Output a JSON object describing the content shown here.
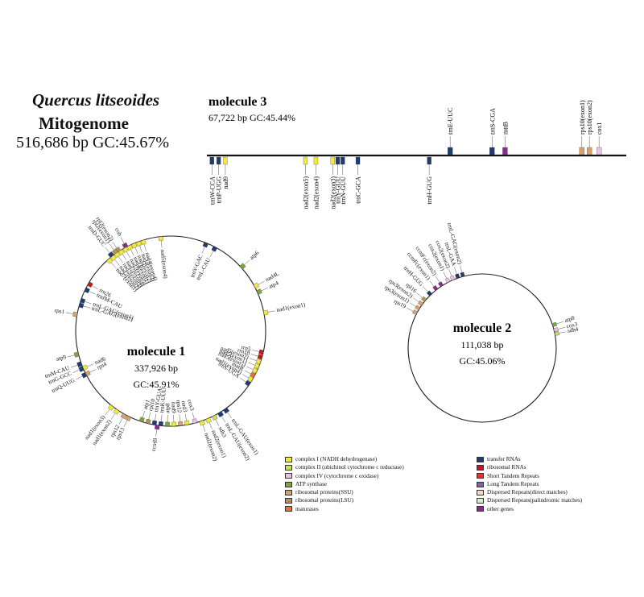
{
  "header": {
    "species": "Quercus litseoides",
    "subtitle": "Mitogenome",
    "stats": "516,686 bp GC:45.67%"
  },
  "colors": {
    "complex_i": "#f2ea3b",
    "complex_ii": "#c9dc5e",
    "complex_iv": "#e8c2e0",
    "atp": "#7ea640",
    "rps": "#d7a06c",
    "rpl": "#b6925a",
    "mat": "#e8713c",
    "trna": "#1f3b73",
    "rrna": "#c01b1b",
    "str": "#ef2f24",
    "ltr": "#7b62b3",
    "drd": "#f6d8bd",
    "drp": "#d8ecd6",
    "other": "#8b2b8f"
  },
  "molecule1": {
    "name": "molecule 1",
    "length": "337,926 bp",
    "gc": "GC:45.91%",
    "genes": [
      {
        "label": "cob",
        "angle": -28,
        "side": "out",
        "color": "other"
      },
      {
        "label": "rpl2(exon2)",
        "angle": -33,
        "side": "out",
        "color": "rpl"
      },
      {
        "label": "rpl2(exon1)",
        "angle": -35,
        "side": "out",
        "color": "rpl"
      },
      {
        "label": "trnD-GUC",
        "angle": -38,
        "side": "out",
        "color": "trna"
      },
      {
        "label": "nad5(exon4)",
        "angle": -6,
        "side": "in",
        "color": "complex_i"
      },
      {
        "label": "nad4(exon4)",
        "angle": -17,
        "side": "in",
        "color": "complex_i"
      },
      {
        "label": "nad4(exon3)",
        "angle": -20,
        "side": "in",
        "color": "complex_i"
      },
      {
        "label": "nad4(exon2)",
        "angle": -23,
        "side": "in",
        "color": "complex_i"
      },
      {
        "label": "nad4(exon1)",
        "angle": -26,
        "side": "in",
        "color": "complex_i"
      },
      {
        "label": "nad7(exon5)",
        "angle": -29,
        "side": "in",
        "color": "complex_i"
      },
      {
        "label": "nad7(exon4)",
        "angle": -32,
        "side": "in",
        "color": "complex_i"
      },
      {
        "label": "nad7(exon3)",
        "angle": -35,
        "side": "in",
        "color": "complex_i"
      },
      {
        "label": "nad7(exon2)",
        "angle": -38,
        "side": "in",
        "color": "complex_i"
      },
      {
        "label": "nad7(exon1)",
        "angle": -41,
        "side": "in",
        "color": "complex_i"
      },
      {
        "label": "rrn26",
        "angle": -60,
        "side": "in",
        "color": "rrna"
      },
      {
        "label": "trnfM-CAU",
        "angle": -64,
        "side": "in",
        "color": "trna"
      },
      {
        "label": "trnL-GAG(exon1)",
        "angle": -71,
        "side": "in",
        "color": "trna"
      },
      {
        "label": "trnL-GAG(exon2)",
        "angle": -74,
        "side": "in",
        "color": "trna"
      },
      {
        "label": "trnV-GAC",
        "angle": 22,
        "side": "in",
        "color": "trna"
      },
      {
        "label": "trnL-CAU",
        "angle": 28,
        "side": "in",
        "color": "trna"
      },
      {
        "label": "atp6",
        "angle": 48,
        "side": "out",
        "color": "atp"
      },
      {
        "label": "nad4L",
        "angle": 62,
        "side": "out",
        "color": "complex_i"
      },
      {
        "label": "atp4",
        "angle": 66,
        "side": "out",
        "color": "atp"
      },
      {
        "label": "nad1(exon1)",
        "angle": 79,
        "side": "out",
        "color": "complex_i"
      },
      {
        "label": "rrn5",
        "angle": 103,
        "side": "in",
        "color": "rrna"
      },
      {
        "label": "rrn18",
        "angle": 106,
        "side": "in",
        "color": "rrna"
      },
      {
        "label": "nad5(exon2)",
        "angle": 109,
        "side": "in",
        "color": "complex_i"
      },
      {
        "label": "nad5(exon1)",
        "angle": 112,
        "side": "in",
        "color": "complex_i"
      },
      {
        "label": "nad5(exon5)",
        "angle": 115,
        "side": "in",
        "color": "complex_i"
      },
      {
        "label": "matR",
        "angle": 118,
        "side": "in",
        "color": "mat"
      },
      {
        "label": "nad1(exon4)",
        "angle": 121,
        "side": "in",
        "color": "complex_i"
      },
      {
        "label": "trnS-UGA",
        "angle": 124,
        "side": "in",
        "color": "trna"
      },
      {
        "label": "trnL-GAU(exon1)",
        "angle": 145,
        "side": "out",
        "color": "trna"
      },
      {
        "label": "trnL-GAU(exon2)",
        "angle": 149,
        "side": "out",
        "color": "trna"
      },
      {
        "label": "sdh3",
        "angle": 153,
        "side": "out",
        "color": "complex_ii"
      },
      {
        "label": "nad2(exon1)",
        "angle": 157,
        "side": "out",
        "color": "complex_i"
      },
      {
        "label": "nad2(exon2)",
        "angle": 161,
        "side": "out",
        "color": "complex_i"
      },
      {
        "label": "cox3",
        "angle": 165,
        "side": "in",
        "color": "complex_iv"
      },
      {
        "label": "nad3",
        "angle": 170,
        "side": "in",
        "color": "complex_i"
      },
      {
        "label": "rps12",
        "angle": 174,
        "side": "in",
        "color": "rps"
      },
      {
        "label": "nad9",
        "angle": 178,
        "side": "in",
        "color": "complex_i"
      },
      {
        "label": "atp8",
        "angle": 182,
        "side": "in",
        "color": "atp"
      },
      {
        "label": "trnK-UUU",
        "angle": 186,
        "side": "in",
        "color": "trna"
      },
      {
        "label": "trnY-GUA",
        "angle": 190,
        "side": "in",
        "color": "trna"
      },
      {
        "label": "rpl10",
        "angle": 194,
        "side": "in",
        "color": "rpl"
      },
      {
        "label": "atp1",
        "angle": 198,
        "side": "in",
        "color": "atp"
      },
      {
        "label": "ccmB",
        "angle": 188,
        "side": "out",
        "color": "other"
      },
      {
        "label": "rps13",
        "angle": 206,
        "side": "out",
        "color": "rps"
      },
      {
        "label": "rps12",
        "angle": 209,
        "side": "out",
        "color": "rps"
      },
      {
        "label": "nad1(exon2)",
        "angle": 214,
        "side": "out",
        "color": "complex_i"
      },
      {
        "label": "nad1(exon3)",
        "angle": 218,
        "side": "out",
        "color": "complex_i"
      },
      {
        "label": "rps4",
        "angle": 243,
        "side": "in",
        "color": "rps"
      },
      {
        "label": "nad6",
        "angle": 247,
        "side": "in",
        "color": "complex_i"
      },
      {
        "label": "trnQ-UUG",
        "angle": 243,
        "side": "out",
        "color": "trna"
      },
      {
        "label": "trnG-GCC",
        "angle": 247,
        "side": "out",
        "color": "trna"
      },
      {
        "label": "trnM-CAU",
        "angle": 250,
        "side": "out",
        "color": "trna"
      },
      {
        "label": "atp9",
        "angle": 256,
        "side": "out",
        "color": "atp"
      },
      {
        "label": "rps1",
        "angle": 280,
        "side": "out",
        "color": "rps"
      }
    ]
  },
  "molecule2": {
    "name": "molecule 2",
    "length": "111,038 bp",
    "gc": "GC:45.06%",
    "genes": [
      {
        "label": "atp8",
        "angle": 72,
        "color": "atp"
      },
      {
        "label": "cox3",
        "angle": 76,
        "color": "complex_iv"
      },
      {
        "label": "sdh4",
        "angle": 79,
        "color": "complex_ii"
      },
      {
        "label": "rps19",
        "angle": -62,
        "color": "rps"
      },
      {
        "label": "rps3(exon1)",
        "angle": -58,
        "color": "rps"
      },
      {
        "label": "rps3(exon2)",
        "angle": -54,
        "color": "rps"
      },
      {
        "label": "rpl16",
        "angle": -50,
        "color": "rpl"
      },
      {
        "label": "ccmFc(exon1)",
        "angle": -38,
        "color": "other"
      },
      {
        "label": "ccmFc(exon2)",
        "angle": -33,
        "color": "other"
      },
      {
        "label": "cox2(exon1)",
        "angle": -27,
        "color": "complex_iv"
      },
      {
        "label": "cox2(exon2)",
        "angle": -23,
        "color": "complex_iv"
      },
      {
        "label": "trnL-GAA",
        "angle": -19,
        "color": "trna"
      },
      {
        "label": "trnL-GAG(exon2)",
        "angle": -15,
        "color": "trna"
      },
      {
        "label": "trnH-GUG",
        "angle": -44,
        "color": "trna"
      }
    ]
  },
  "molecule3": {
    "name": "molecule 3",
    "length": "67,722 bp GC:45.44%",
    "top_genes": [
      {
        "label": "trnE-UUC",
        "pos": 0.58,
        "color": "trna"
      },
      {
        "label": "trnS-CGA",
        "pos": 0.68,
        "color": "trna"
      },
      {
        "label": "mttB",
        "pos": 0.711,
        "color": "other"
      },
      {
        "label": "rps10(exon1)",
        "pos": 0.894,
        "color": "rps"
      },
      {
        "label": "rps10(exon2)",
        "pos": 0.912,
        "color": "rps"
      },
      {
        "label": "cox1",
        "pos": 0.935,
        "color": "complex_iv"
      }
    ],
    "bottom_genes": [
      {
        "label": "trnW-CCA",
        "pos": 0.012,
        "color": "trna"
      },
      {
        "label": "trnP-UGG",
        "pos": 0.028,
        "color": "trna"
      },
      {
        "label": "nad9",
        "pos": 0.044,
        "color": "complex_i"
      },
      {
        "label": "nad2(exon5)",
        "pos": 0.235,
        "color": "complex_i"
      },
      {
        "label": "nad2(exon4)",
        "pos": 0.26,
        "color": "complex_i"
      },
      {
        "label": "nad2(exon3)",
        "pos": 0.3,
        "color": "complex_i"
      },
      {
        "label": "trnY-GUU",
        "pos": 0.312,
        "color": "trna"
      },
      {
        "label": "trnN-GUU",
        "pos": 0.324,
        "color": "trna"
      },
      {
        "label": "trnC-GCA",
        "pos": 0.36,
        "color": "trna"
      },
      {
        "label": "trnH-GUG",
        "pos": 0.53,
        "color": "trna"
      }
    ]
  },
  "legend_left": [
    {
      "label": "complex I (NADH dehydrogenase)",
      "color": "complex_i"
    },
    {
      "label": "complex II (ubichinol cytochrome c reductase)",
      "color": "complex_ii"
    },
    {
      "label": "complex IV (cytochrome c oxidase)",
      "color": "complex_iv"
    },
    {
      "label": "ATP synthase",
      "color": "atp"
    },
    {
      "label": "ribosomal proteins(SSU)",
      "color": "rps"
    },
    {
      "label": "ribosomal proteins(LSU)",
      "color": "rpl"
    },
    {
      "label": "maturases",
      "color": "mat"
    }
  ],
  "legend_right": [
    {
      "label": "transfer RNAs",
      "color": "trna"
    },
    {
      "label": "ribosomal RNAs",
      "color": "rrna"
    },
    {
      "label": "Short Tandem Repeats",
      "color": "str"
    },
    {
      "label": "Long Tandem Repeats",
      "color": "ltr"
    },
    {
      "label": "Dispersed Repeats(direct matches)",
      "color": "drd"
    },
    {
      "label": "Dispersed Repeats(palindromic matches)",
      "color": "drp"
    },
    {
      "label": "other genes",
      "color": "other"
    }
  ]
}
